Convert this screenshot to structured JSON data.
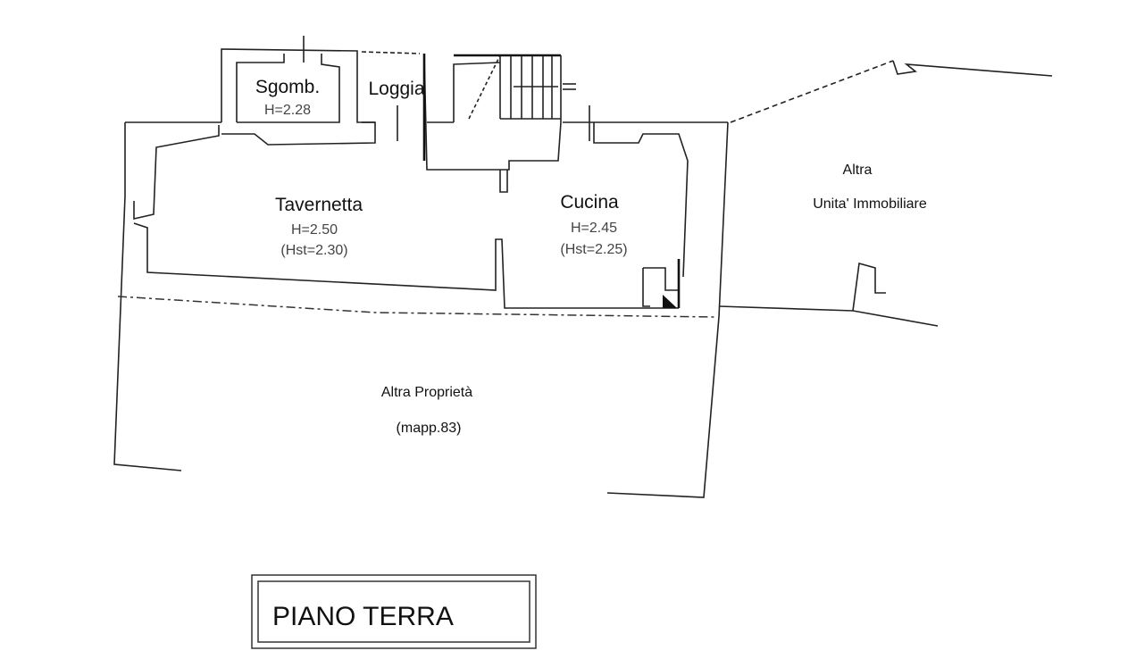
{
  "plan": {
    "rooms": [
      {
        "name": "Sgomb.",
        "height": "H=2.28"
      },
      {
        "name": "Loggia"
      },
      {
        "name": "Tavernetta",
        "height": "H=2.50",
        "hst": "(Hst=2.30)"
      },
      {
        "name": "Cucina",
        "height": "H=2.45",
        "hst": "(Hst=2.25)"
      }
    ],
    "neighbors": {
      "right_line1": "Altra",
      "right_line2": "Unita' Immobiliare",
      "bottom_line1": "Altra Proprietà",
      "bottom_line2": "(mapp.83)"
    },
    "title": "PIANO TERRA"
  }
}
